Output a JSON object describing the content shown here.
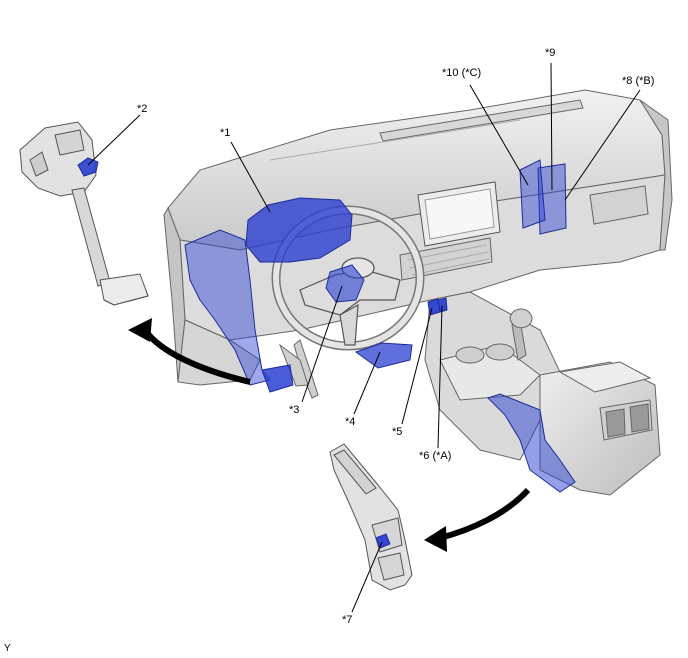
{
  "callouts": {
    "c1": "*1",
    "c2": "*2",
    "c3": "*3",
    "c4": "*4",
    "c5": "*5",
    "c6": "*6 (*A)",
    "c7": "*7",
    "c8": "*8 (*B)",
    "c9": "*9",
    "c10": "*10 (*C)"
  },
  "footer": {
    "mark": "Y"
  },
  "colors": {
    "highlight": "#2a3fd0",
    "line": "#555555",
    "fill": "#e9e9e9",
    "shade": "#cfcfcf"
  }
}
